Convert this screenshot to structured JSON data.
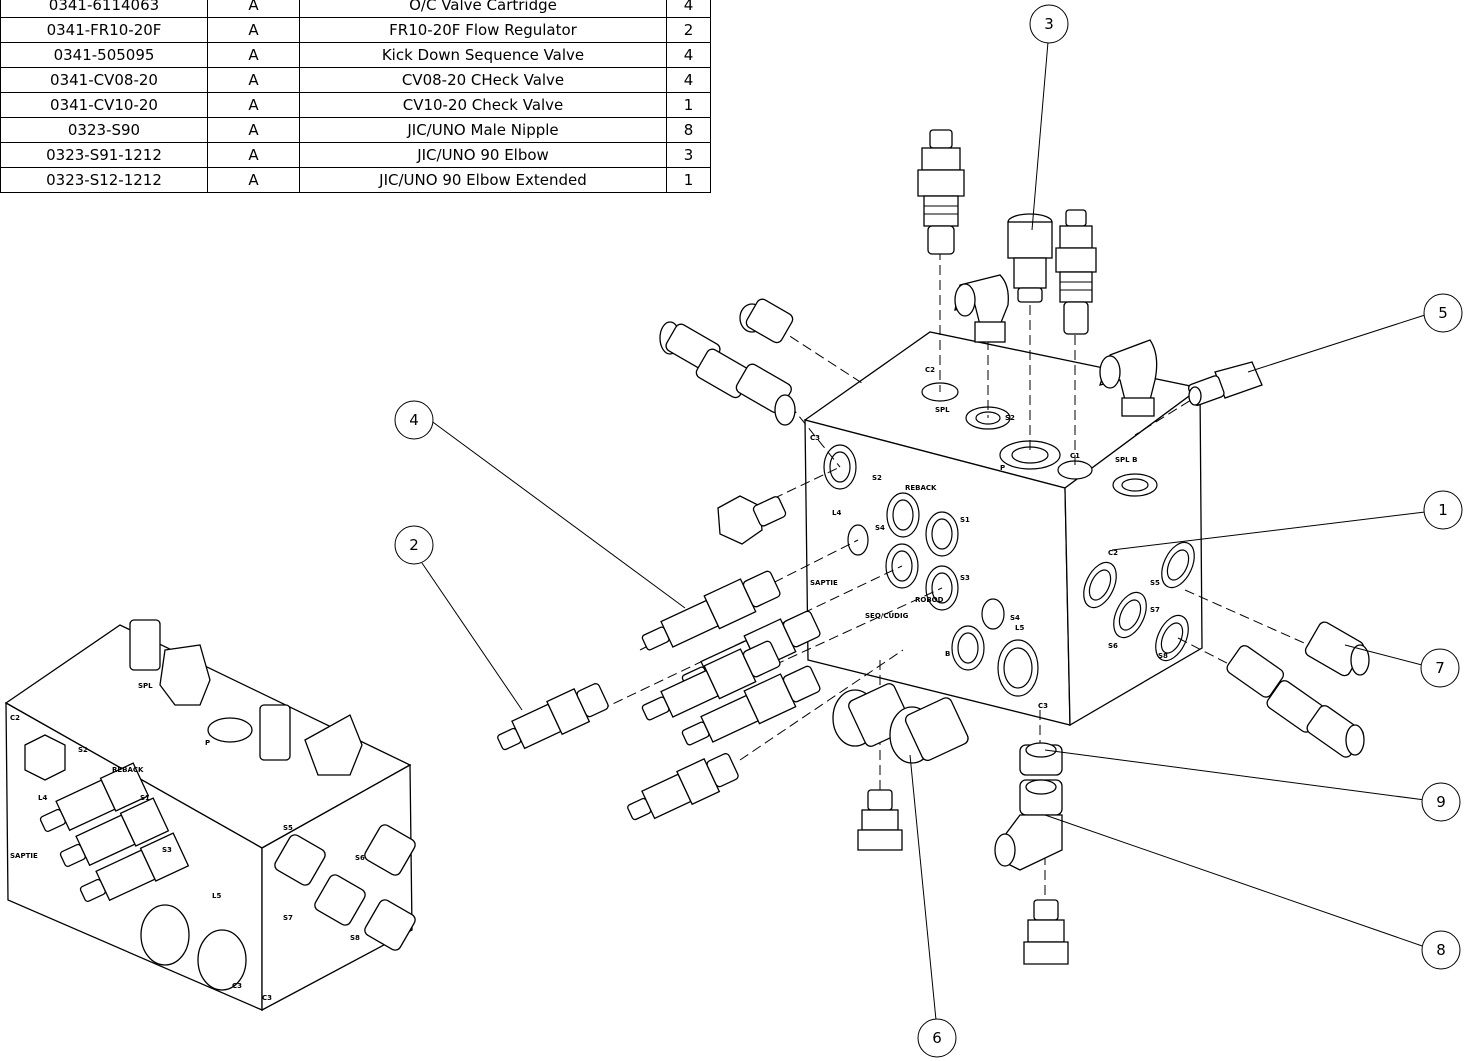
{
  "bom": {
    "rows": [
      {
        "part": "0341-6114063",
        "rev": "A",
        "description": "O/C Valve Cartridge",
        "qty": "4"
      },
      {
        "part": "0341-FR10-20F",
        "rev": "A",
        "description": "FR10-20F Flow Regulator",
        "qty": "2"
      },
      {
        "part": "0341-505095",
        "rev": "A",
        "description": "Kick Down Sequence Valve",
        "qty": "4"
      },
      {
        "part": "0341-CV08-20",
        "rev": "A",
        "description": "CV08-20 CHeck Valve",
        "qty": "4"
      },
      {
        "part": "0341-CV10-20",
        "rev": "A",
        "description": "CV10-20 Check Valve",
        "qty": "1"
      },
      {
        "part": "0323-S90",
        "rev": "A",
        "description": "JIC/UNO Male Nipple",
        "qty": "8"
      },
      {
        "part": "0323-S91-1212",
        "rev": "A",
        "description": "JIC/UNO 90 Elbow",
        "qty": "3"
      },
      {
        "part": "0323-S12-1212",
        "rev": "A",
        "description": "JIC/UNO 90 Elbow Extended",
        "qty": "1"
      }
    ]
  },
  "balloons": [
    "1",
    "2",
    "3",
    "4",
    "5",
    "6",
    "7",
    "8",
    "9"
  ],
  "port_labels": {
    "top_face": [
      "C2",
      "S2",
      "SPL",
      "P",
      "C1",
      "SPL B"
    ],
    "front_face": [
      "C3",
      "S2",
      "REBACK",
      "S1",
      "L4",
      "S4",
      "S3",
      "SAPTIE",
      "ROBOD",
      "S4",
      "SEQ/CUDIG",
      "B",
      "C3",
      "L5"
    ],
    "side_face": [
      "C2",
      "S5",
      "S6",
      "S7",
      "S8"
    ],
    "small_view": [
      "C2",
      "C3",
      "S2",
      "REBACK",
      "S1",
      "L4",
      "S3",
      "SAPTIE",
      "L5",
      "C3",
      "SPL",
      "P",
      "S5",
      "S6",
      "S7",
      "S8"
    ]
  }
}
